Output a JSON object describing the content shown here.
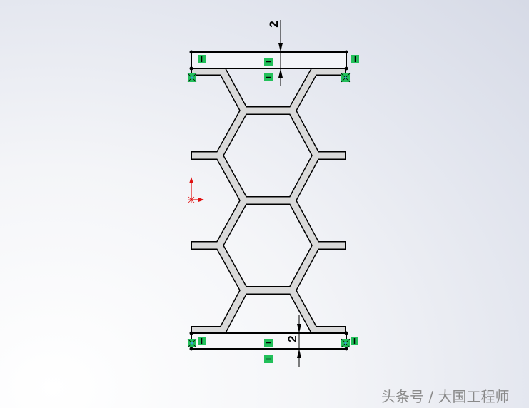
{
  "sketch": {
    "top_dimension": "2",
    "bottom_dimension": "2",
    "colors": {
      "fill": "#d9d9d9",
      "outline": "#000000",
      "constraint": "#22c05a",
      "origin": "#e01010"
    },
    "icons": [
      "horizontal-constraint-icon",
      "vertical-constraint-icon",
      "coincident-constraint-icon",
      "origin-icon"
    ]
  },
  "watermark": "头条号 / 大国工程师"
}
